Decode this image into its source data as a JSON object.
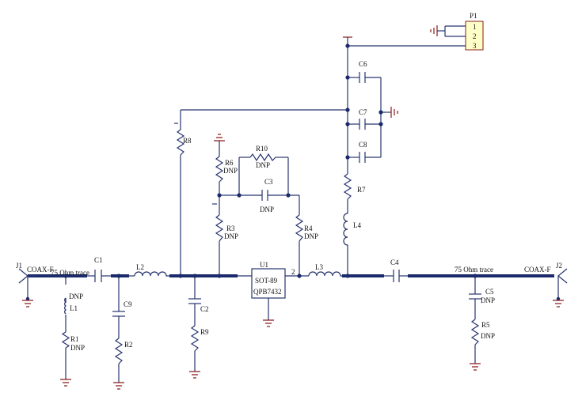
{
  "connectors": {
    "j1": {
      "ref": "J1",
      "value": "COAX-F"
    },
    "j2": {
      "ref": "J2",
      "value": "COAX-F"
    },
    "p1": {
      "ref": "P1",
      "pins": [
        "1",
        "2",
        "3"
      ]
    }
  },
  "traces": {
    "input": "75 Ohm trace",
    "output": "75 Ohm trace"
  },
  "amplifier": {
    "ref": "U1",
    "package": "SOT-89",
    "part": "QPB7432",
    "pin_out": "2"
  },
  "components": {
    "c1": {
      "ref": "C1"
    },
    "c2": {
      "ref": "C2"
    },
    "c3": {
      "ref": "C3",
      "note": "DNP"
    },
    "c4": {
      "ref": "C4"
    },
    "c5": {
      "ref": "C5",
      "note": "DNP"
    },
    "c6": {
      "ref": "C6"
    },
    "c7": {
      "ref": "C7"
    },
    "c8": {
      "ref": "C8"
    },
    "c9": {
      "ref": "C9"
    },
    "l1": {
      "ref": "L1",
      "note": "DNP"
    },
    "l2": {
      "ref": "L2"
    },
    "l3": {
      "ref": "L3"
    },
    "l4": {
      "ref": "L4"
    },
    "r1": {
      "ref": "R1",
      "note": "DNP"
    },
    "r2": {
      "ref": "R2"
    },
    "r3": {
      "ref": "R3",
      "note": "DNP"
    },
    "r4": {
      "ref": "R4",
      "note": "DNP"
    },
    "r5": {
      "ref": "R5",
      "note": "DNP"
    },
    "r6": {
      "ref": "R6",
      "note": "DNP"
    },
    "r7": {
      "ref": "R7"
    },
    "r8": {
      "ref": "R8"
    },
    "r9": {
      "ref": "R9"
    },
    "r10": {
      "ref": "R10",
      "note": "DNP"
    }
  },
  "colors": {
    "wire": "#27356f",
    "trace": "#1b2a6b",
    "ground": "#8b1a1a",
    "header_fill": "#ffffc8",
    "header_stroke": "#8b1a1a"
  }
}
